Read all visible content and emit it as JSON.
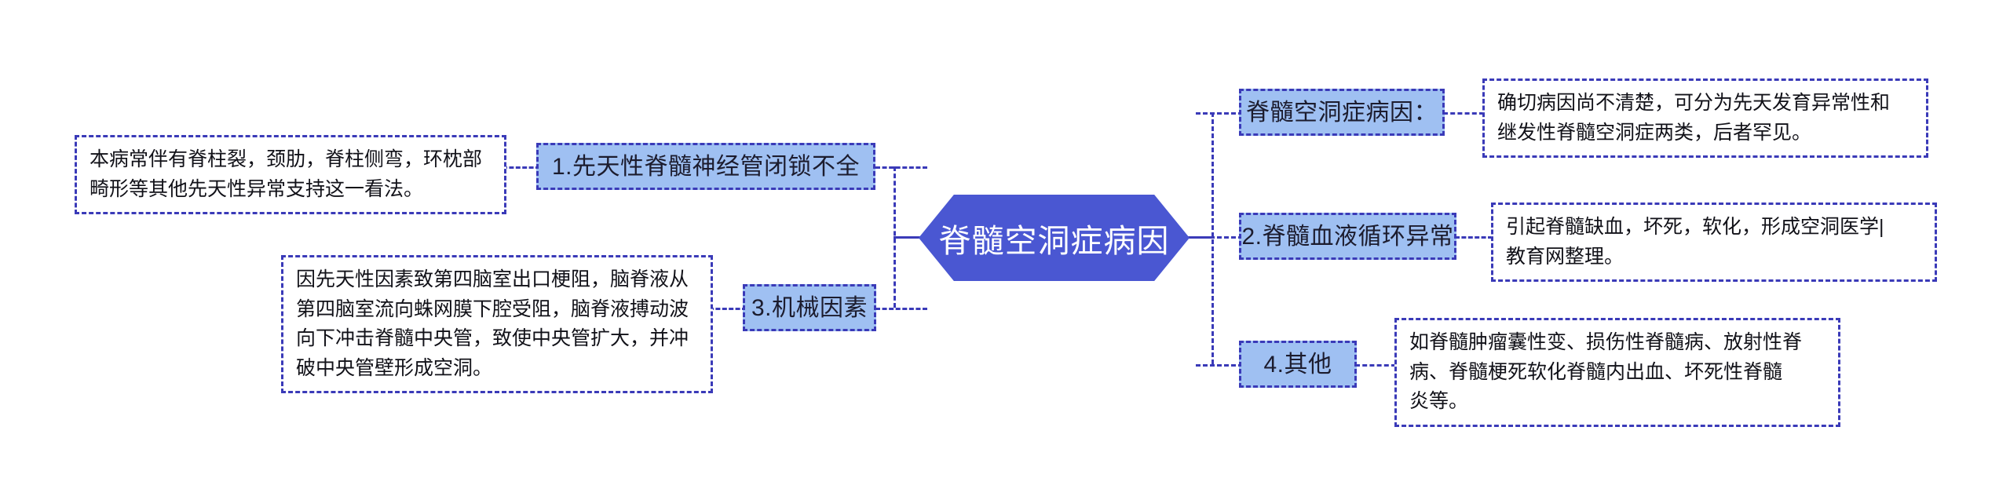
{
  "diagram": {
    "type": "mind-map",
    "title": "脊髓空洞症病因",
    "colors": {
      "center_fill": "#4a57d2",
      "center_text": "#ffffff",
      "node_fill": "#9fc0f2",
      "border": "#3a3ab8",
      "desc_fill": "#ffffff",
      "text": "#111118",
      "background": "#ffffff"
    }
  },
  "center": {
    "label": "脊髓空洞症病因"
  },
  "left_branches": [
    {
      "label": "1.先天性脊髓神经管闭锁不全",
      "description_lines": [
        "本病常伴有脊柱裂，颈肋，脊柱侧弯，环枕部",
        "畸形等其他先天性异常支持这一看法。"
      ]
    },
    {
      "label": "3.机械因素",
      "description_lines": [
        "因先天性因素致第四脑室出口梗阻，脑脊液从",
        "第四脑室流向蛛网膜下腔受阻，脑脊液搏动波",
        "向下冲击脊髓中央管，致使中央管扩大，并冲",
        "破中央管壁形成空洞。"
      ]
    }
  ],
  "right_branches": [
    {
      "label": "脊髓空洞症病因：",
      "description_lines": [
        "确切病因尚不清楚，可分为先天发育异常性和",
        "继发性脊髓空洞症两类，后者罕见。"
      ]
    },
    {
      "label": "2.脊髓血液循环异常",
      "description_lines": [
        "引起脊髓缺血，坏死，软化，形成空洞医学|",
        "教育网整理。"
      ]
    },
    {
      "label": "4.其他",
      "description_lines": [
        "如脊髓肿瘤囊性变、损伤性脊髓病、放射性脊",
        "病、脊髓梗死软化脊髓内出血、坏死性脊髓",
        "炎等。"
      ]
    }
  ]
}
